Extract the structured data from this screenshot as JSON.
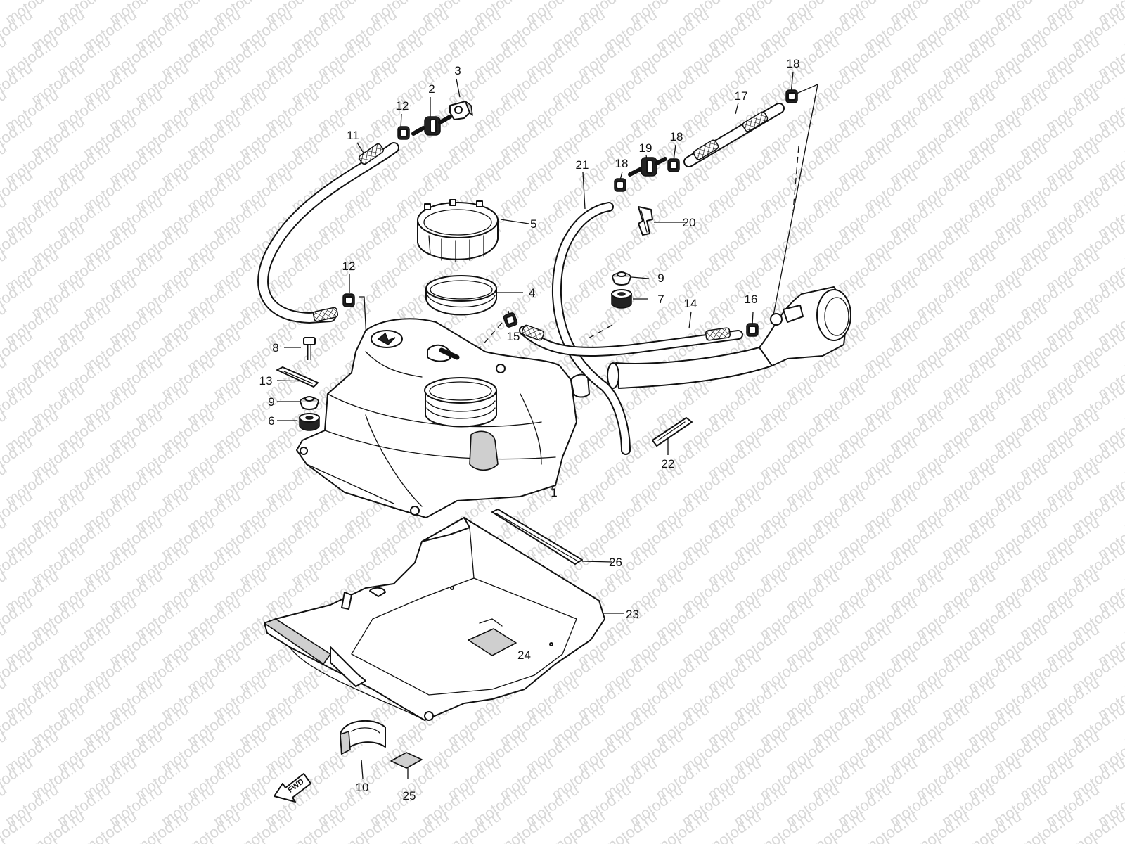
{
  "diagram": {
    "watermark_text": "motod.ru",
    "direction_marker": "FWD",
    "colors": {
      "line": "#111111",
      "watermark": "#d8d8d8",
      "shade": "#cfcfcf"
    },
    "callouts": [
      {
        "id": "1",
        "label": "1"
      },
      {
        "id": "2",
        "label": "2"
      },
      {
        "id": "3",
        "label": "3"
      },
      {
        "id": "4",
        "label": "4"
      },
      {
        "id": "5",
        "label": "5"
      },
      {
        "id": "6",
        "label": "6"
      },
      {
        "id": "7",
        "label": "7"
      },
      {
        "id": "8",
        "label": "8"
      },
      {
        "id": "9a",
        "label": "9"
      },
      {
        "id": "9b",
        "label": "9"
      },
      {
        "id": "10",
        "label": "10"
      },
      {
        "id": "11",
        "label": "11"
      },
      {
        "id": "12a",
        "label": "12"
      },
      {
        "id": "12b",
        "label": "12"
      },
      {
        "id": "13",
        "label": "13"
      },
      {
        "id": "14",
        "label": "14"
      },
      {
        "id": "15",
        "label": "15"
      },
      {
        "id": "16",
        "label": "16"
      },
      {
        "id": "17",
        "label": "17"
      },
      {
        "id": "18a",
        "label": "18"
      },
      {
        "id": "18b",
        "label": "18"
      },
      {
        "id": "18c",
        "label": "18"
      },
      {
        "id": "19",
        "label": "19"
      },
      {
        "id": "20",
        "label": "20"
      },
      {
        "id": "21",
        "label": "21"
      },
      {
        "id": "22",
        "label": "22"
      },
      {
        "id": "23",
        "label": "23"
      },
      {
        "id": "24",
        "label": "24"
      },
      {
        "id": "25",
        "label": "25"
      },
      {
        "id": "26",
        "label": "26"
      }
    ]
  }
}
